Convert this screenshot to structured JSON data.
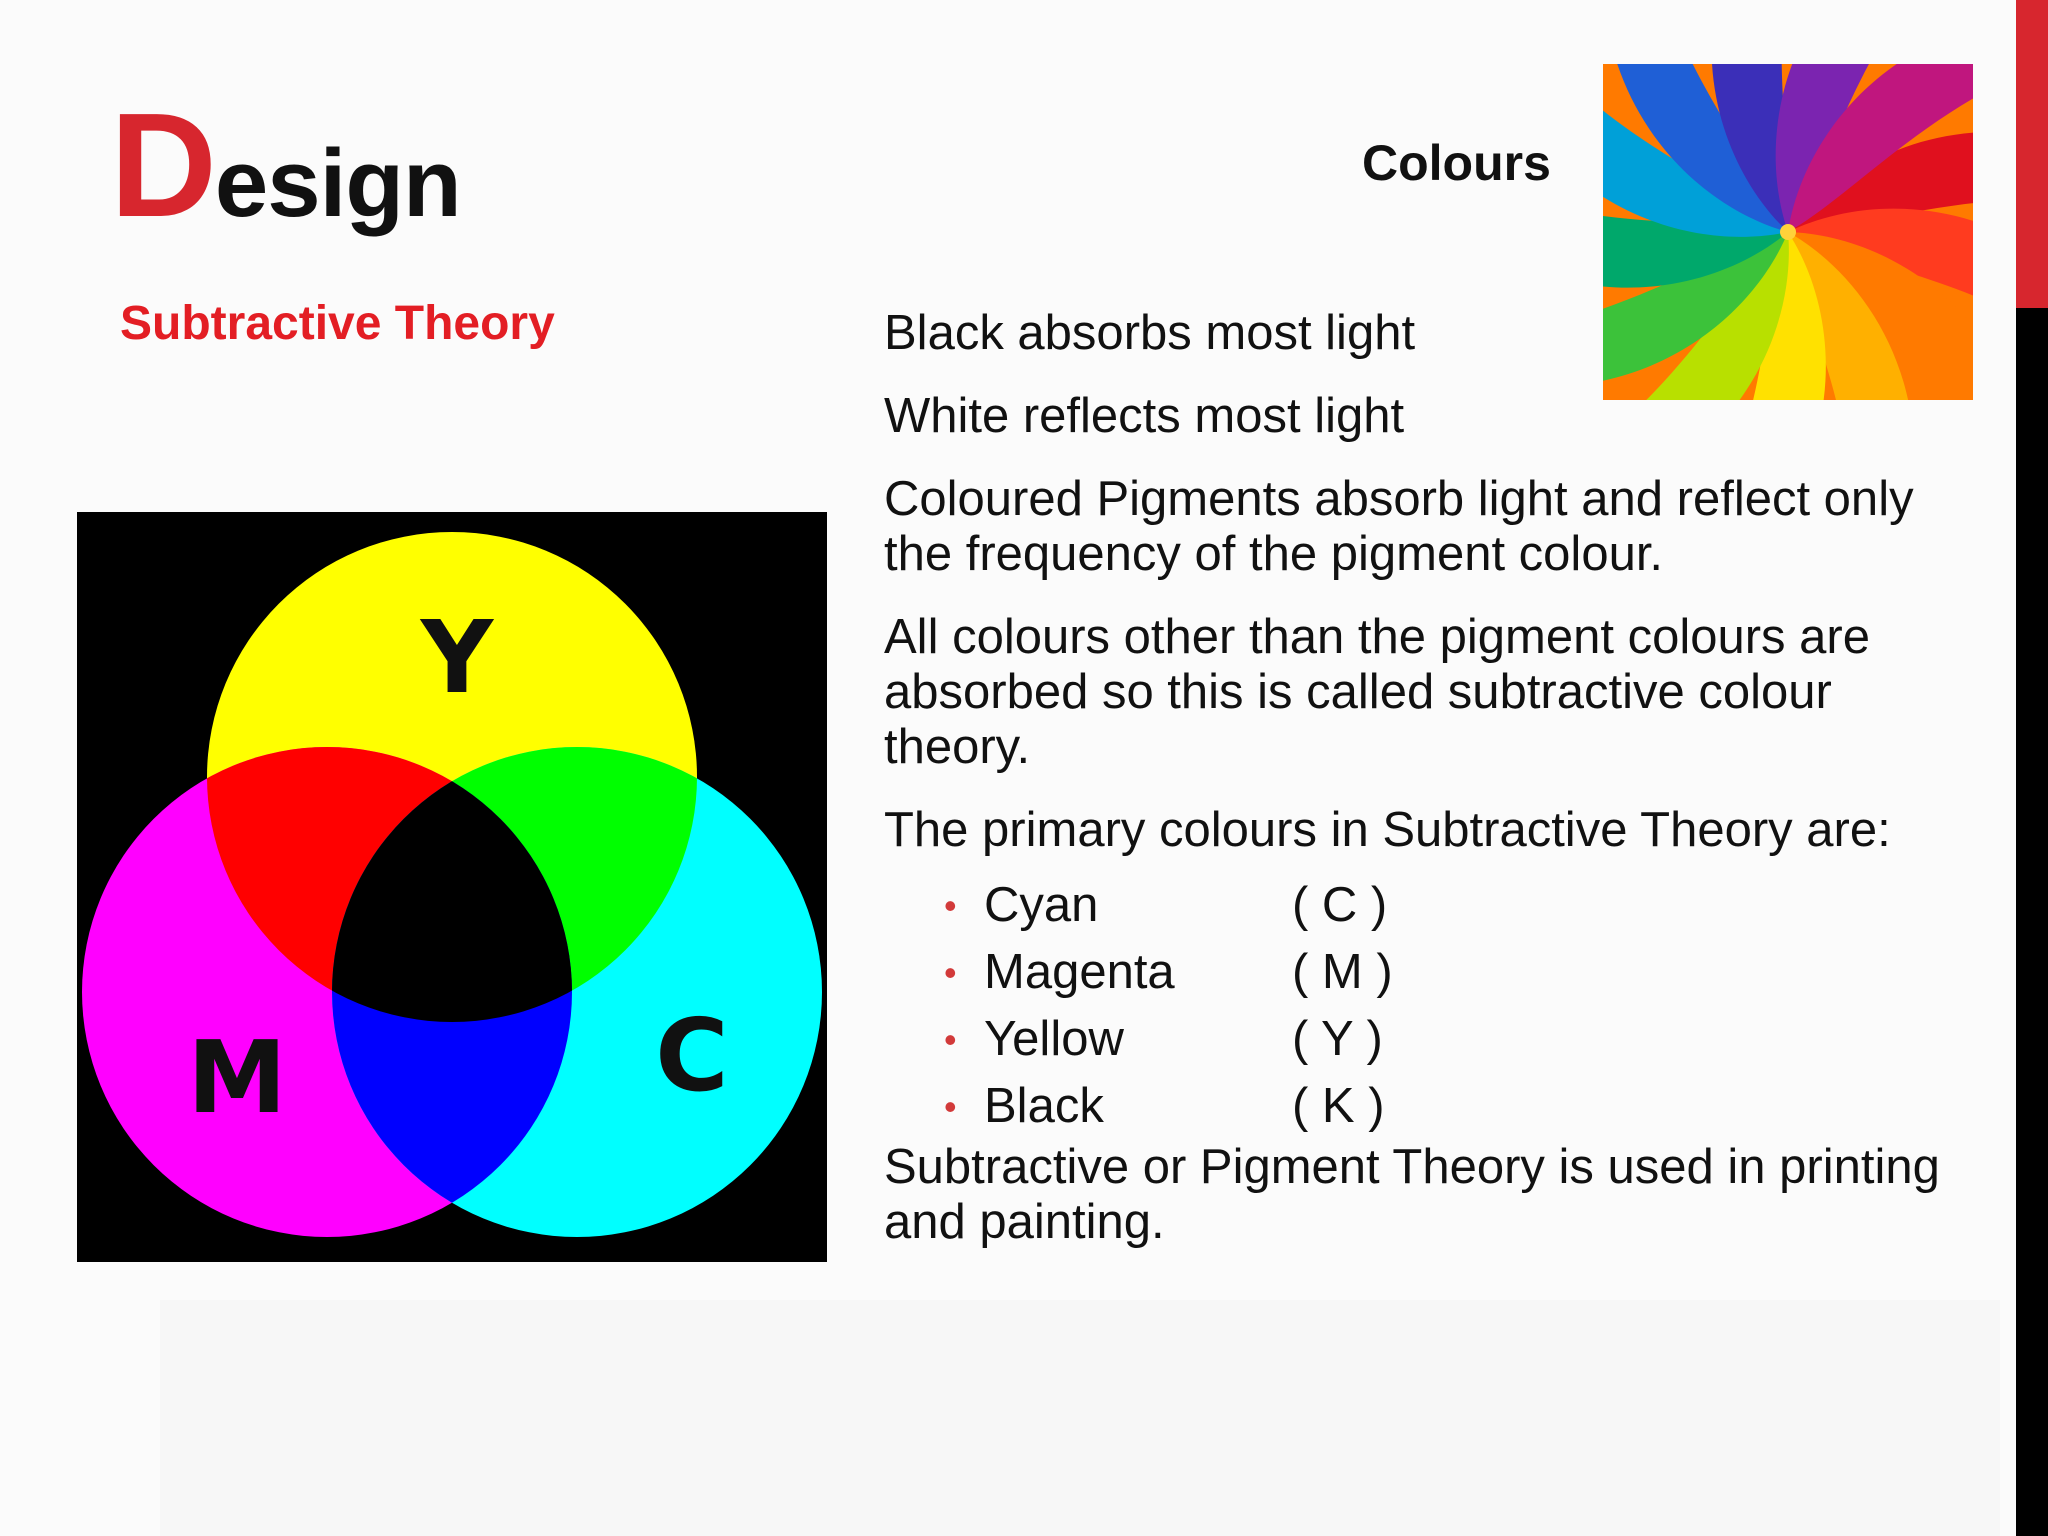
{
  "title": {
    "initial": "D",
    "rest": "esign"
  },
  "subtitle": "Subtractive Theory",
  "colours_heading": "Colours",
  "diagram": {
    "labels": {
      "yellow": "Y",
      "magenta": "M",
      "cyan": "C"
    }
  },
  "paragraphs": [
    "Black absorbs most light",
    "White reflects most light",
    "Coloured Pigments absorb light and reflect only the frequency of the pigment colour.",
    "All colours other than the pigment colours are absorbed so this is called subtractive colour theory.",
    "The primary colours in Subtractive Theory are:"
  ],
  "primaries": [
    {
      "name": "Cyan",
      "code": "( C )"
    },
    {
      "name": "Magenta",
      "code": "( M )"
    },
    {
      "name": "Yellow",
      "code": "( Y )"
    },
    {
      "name": "Black",
      "code": "( K )"
    }
  ],
  "closing": "Subtractive or Pigment Theory is used in printing and painting.",
  "bullet_char": "•",
  "colors": {
    "accent_red": "#d7262e",
    "subtitle_red": "#e31e24",
    "bullet_red": "#d23a3a",
    "text": "#111111",
    "yellow": "#ffff00",
    "magenta": "#ff00ff",
    "cyan": "#00ffff",
    "red": "#ff0000",
    "green": "#00ff00",
    "blue": "#0000ff",
    "black": "#000000"
  }
}
